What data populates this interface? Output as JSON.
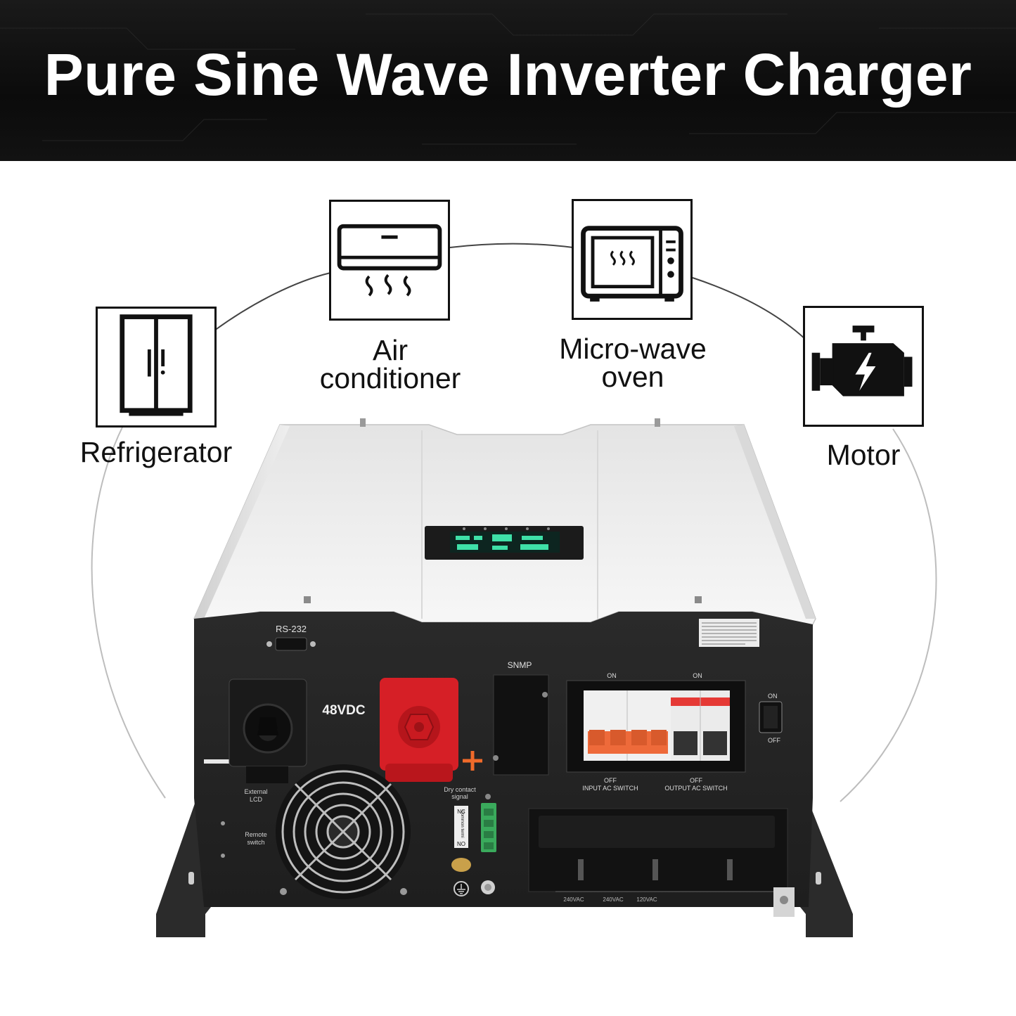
{
  "banner": {
    "title": "Pure Sine Wave Inverter Charger"
  },
  "appliances": {
    "refrigerator": {
      "label": "Refrigerator",
      "icon": "refrigerator-icon"
    },
    "air_conditioner": {
      "label_line1": "Air",
      "label_line2": "conditioner",
      "icon": "air-conditioner-icon"
    },
    "microwave": {
      "label_line1": "Micro-wave",
      "label_line2": "oven",
      "icon": "microwave-oven-icon"
    },
    "motor": {
      "label": "Motor",
      "icon": "motor-icon"
    }
  },
  "inverter": {
    "rs232": "RS-232",
    "voltage": "48VDC",
    "snmp": "SNMP",
    "switch_on": "ON",
    "switch_off": "OFF",
    "breaker_on": "ON",
    "breaker_off": "OFF",
    "input_ac_switch": "INPUT AC SWITCH",
    "output_ac_switch": "OUTPUT AC SWITCH",
    "external_lcd_1": "External",
    "external_lcd_2": "LCD",
    "remote_switch_1": "Remote",
    "remote_switch_2": "switch",
    "dry_contact_1": "Dry contact",
    "dry_contact_2": "signal",
    "nc": "NC",
    "common_terminal": "Common terminal",
    "no": "NO",
    "terminal_240vac": "240VAC",
    "terminal_120vac": "120VAC",
    "colors": {
      "positive_terminal": "#d61f26",
      "negative_terminal": "#1a1a1a",
      "breaker_handle": "#ee6a3a",
      "lcd_text": "#3fe0a8"
    }
  }
}
